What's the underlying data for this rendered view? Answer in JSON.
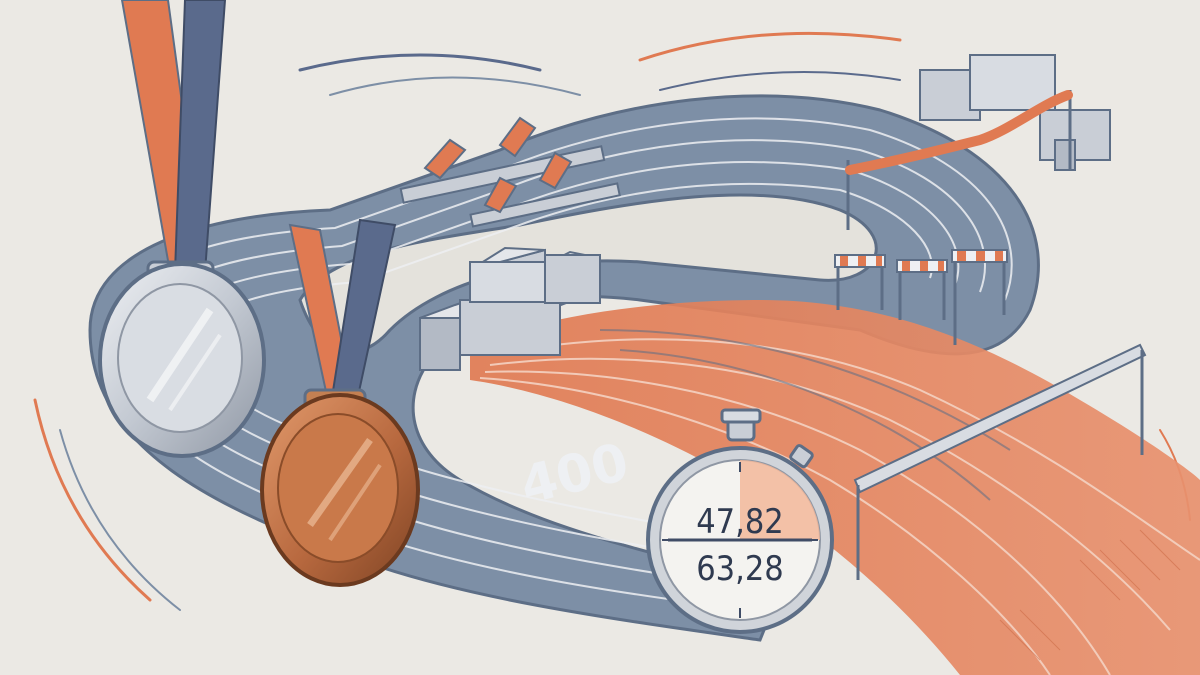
{
  "scene": {
    "track_label": "400",
    "stopwatch": {
      "time_top": "47,82",
      "time_bottom": "63,28"
    }
  },
  "palette": {
    "background": "#ebe9e4",
    "track": "#7d8fa6",
    "track_edge": "#5d6e86",
    "orange": "#e07a52",
    "navy": "#5a6a8c",
    "silver": "#c9ced6",
    "bronze": "#b8693f",
    "block": "#c9ced6"
  },
  "icons": {
    "silver_medal": "silver-medal-icon",
    "bronze_medal": "bronze-medal-icon",
    "stopwatch": "stopwatch-icon",
    "podium": "podium-icon",
    "hurdle": "hurdle-icon",
    "starting_block": "starting-block-icon",
    "finish_tape": "finish-tape-icon"
  }
}
